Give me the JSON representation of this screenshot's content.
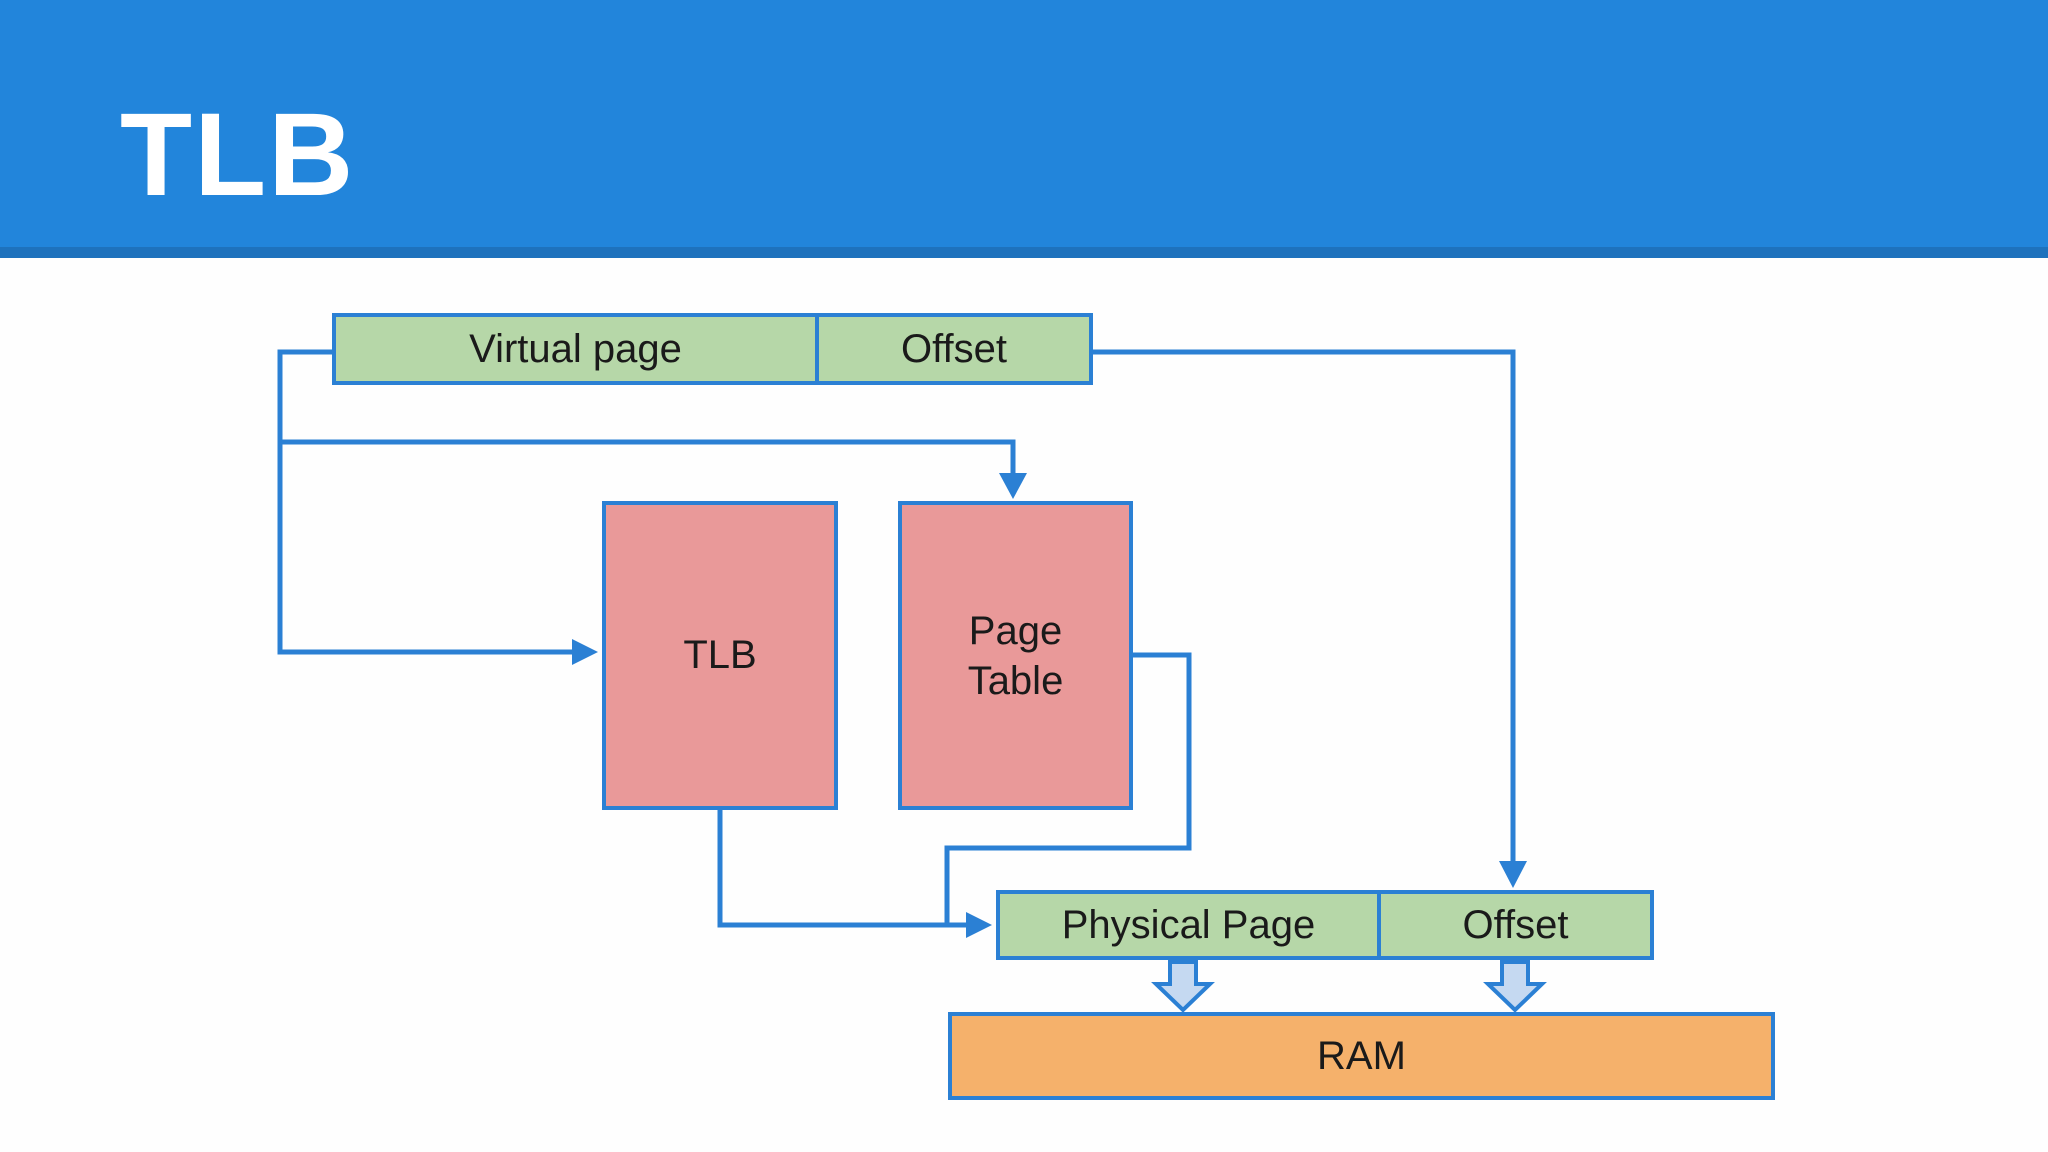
{
  "slide": {
    "title": "TLB"
  },
  "diagram": {
    "boxes": {
      "virtual_page": "Virtual page",
      "offset_top": "Offset",
      "tlb": "TLB",
      "page_table": "Page Table",
      "physical_page": "Physical Page",
      "offset_bottom": "Offset",
      "ram": "RAM"
    }
  },
  "colors": {
    "header-blue": "#2285db",
    "header-strip": "#1e72bd",
    "page-bg": "#fefefe",
    "box-green": "#b6d7a8",
    "box-pink": "#e99999",
    "box-orange": "#f5b16b",
    "line-blue": "#2b80d4",
    "block-arrow-fill": "#c5d9f1",
    "text-dark": "#1a1a1a",
    "title-white": "#ffffff"
  }
}
